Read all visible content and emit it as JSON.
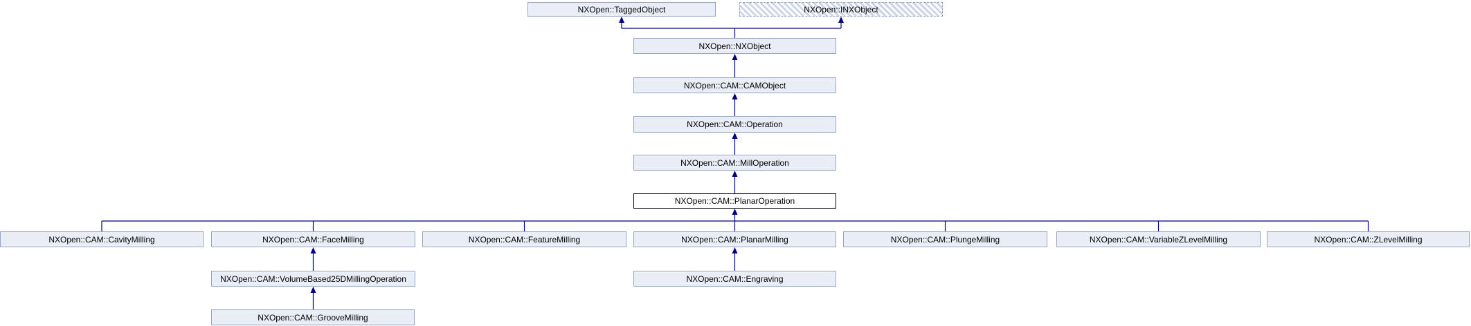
{
  "diagram": {
    "kind": "class-inheritance-graph",
    "main_class": "NXOpen::CAM::PlanarOperation",
    "colors": {
      "node_fill": "#e8edf6",
      "node_border": "#98a4c5",
      "main_node_fill": "#ffffff",
      "main_node_border": "#000000",
      "edge": "#000080",
      "hatch_stripe": "#ccd4e5",
      "text": "#000000"
    },
    "nodes": {
      "taggedobject": {
        "label": "NXOpen::TaggedObject"
      },
      "inxobject": {
        "label": "NXOpen::INXObject"
      },
      "nxobject": {
        "label": "NXOpen::NXObject"
      },
      "camobject": {
        "label": "NXOpen::CAM::CAMObject"
      },
      "operation": {
        "label": "NXOpen::CAM::Operation"
      },
      "milloperation": {
        "label": "NXOpen::CAM::MillOperation"
      },
      "planaroperation": {
        "label": "NXOpen::CAM::PlanarOperation"
      },
      "cavitymilling": {
        "label": "NXOpen::CAM::CavityMilling"
      },
      "facemilling": {
        "label": "NXOpen::CAM::FaceMilling"
      },
      "featuremilling": {
        "label": "NXOpen::CAM::FeatureMilling"
      },
      "planarmilling": {
        "label": "NXOpen::CAM::PlanarMilling"
      },
      "plungemilling": {
        "label": "NXOpen::CAM::PlungeMilling"
      },
      "variablezlevel": {
        "label": "NXOpen::CAM::VariableZLevelMilling"
      },
      "zlevelmilling": {
        "label": "NXOpen::CAM::ZLevelMilling"
      },
      "volumebased25d": {
        "label": "NXOpen::CAM::VolumeBased25DMillingOperation"
      },
      "engraving": {
        "label": "NXOpen::CAM::Engraving"
      },
      "groovemilling": {
        "label": "NXOpen::CAM::GrooveMilling"
      }
    },
    "edges": [
      {
        "from": "NXOpen::NXObject",
        "to": "NXOpen::TaggedObject"
      },
      {
        "from": "NXOpen::NXObject",
        "to": "NXOpen::INXObject"
      },
      {
        "from": "NXOpen::CAM::CAMObject",
        "to": "NXOpen::NXObject"
      },
      {
        "from": "NXOpen::CAM::Operation",
        "to": "NXOpen::CAM::CAMObject"
      },
      {
        "from": "NXOpen::CAM::MillOperation",
        "to": "NXOpen::CAM::Operation"
      },
      {
        "from": "NXOpen::CAM::PlanarOperation",
        "to": "NXOpen::CAM::MillOperation"
      },
      {
        "from": "NXOpen::CAM::CavityMilling",
        "to": "NXOpen::CAM::PlanarOperation"
      },
      {
        "from": "NXOpen::CAM::FaceMilling",
        "to": "NXOpen::CAM::PlanarOperation"
      },
      {
        "from": "NXOpen::CAM::FeatureMilling",
        "to": "NXOpen::CAM::PlanarOperation"
      },
      {
        "from": "NXOpen::CAM::PlanarMilling",
        "to": "NXOpen::CAM::PlanarOperation"
      },
      {
        "from": "NXOpen::CAM::PlungeMilling",
        "to": "NXOpen::CAM::PlanarOperation"
      },
      {
        "from": "NXOpen::CAM::VariableZLevelMilling",
        "to": "NXOpen::CAM::PlanarOperation"
      },
      {
        "from": "NXOpen::CAM::ZLevelMilling",
        "to": "NXOpen::CAM::PlanarOperation"
      },
      {
        "from": "NXOpen::CAM::VolumeBased25DMillingOperation",
        "to": "NXOpen::CAM::FaceMilling"
      },
      {
        "from": "NXOpen::CAM::GrooveMilling",
        "to": "NXOpen::CAM::VolumeBased25DMillingOperation"
      },
      {
        "from": "NXOpen::CAM::Engraving",
        "to": "NXOpen::CAM::PlanarMilling"
      }
    ]
  }
}
